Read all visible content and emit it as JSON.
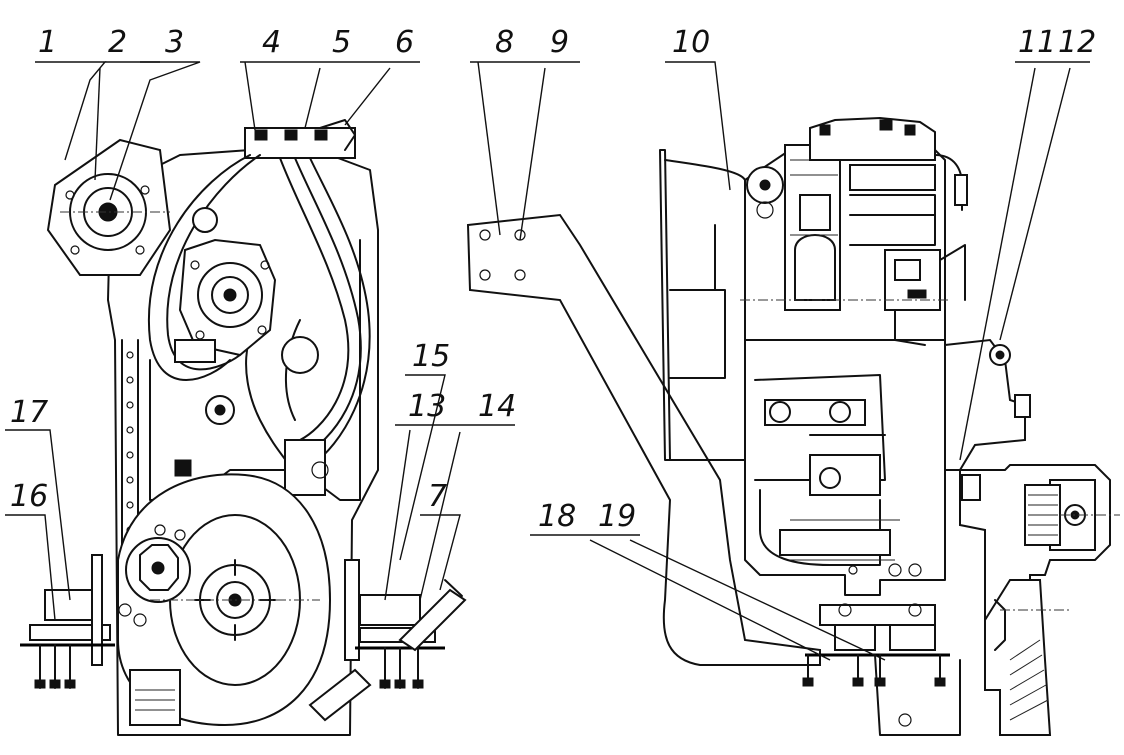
{
  "callouts": [
    "1",
    "2",
    "3",
    "4",
    "5",
    "6",
    "8",
    "9",
    "10",
    "11",
    "12",
    "15",
    "13",
    "14",
    "17",
    "16",
    "7",
    "18",
    "19"
  ]
}
